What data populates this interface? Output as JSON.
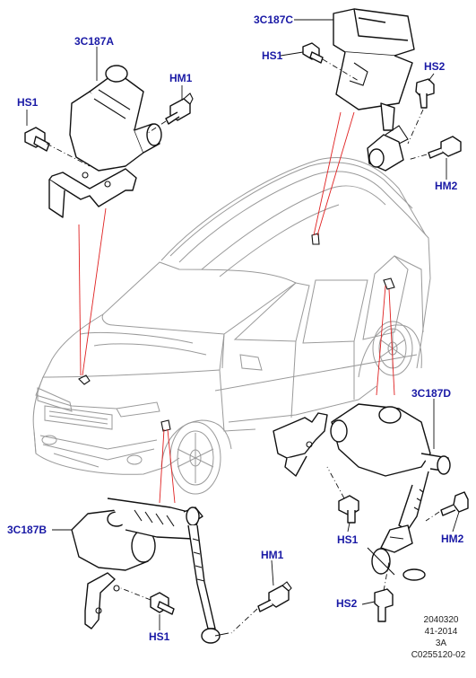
{
  "callouts": {
    "front_sensor_top": "3C187A",
    "front_sensor_top_hs": "HS1",
    "front_sensor_top_hm": "HM1",
    "rear_sensor_top": "3C187C",
    "rear_sensor_top_hs1": "HS1",
    "rear_sensor_top_hs2": "HS2",
    "rear_sensor_top_hm2": "HM2",
    "rear_sensor_bottom": "3C187D",
    "rear_sensor_bottom_hs1": "HS1",
    "rear_sensor_bottom_hm2": "HM2",
    "rear_sensor_bottom_hs2": "HS2",
    "front_sensor_bottom": "3C187B",
    "front_sensor_bottom_hm1": "HM1",
    "front_sensor_bottom_hs1": "HS1"
  },
  "reference": {
    "line1": "2040320",
    "line2": "41-2014",
    "line3": "3A",
    "line4": "C0255120-02"
  },
  "colors": {
    "label": "#1a1aa6",
    "leader": "#e02020",
    "outline": "#111111",
    "car_outline": "#9a9a9a"
  }
}
